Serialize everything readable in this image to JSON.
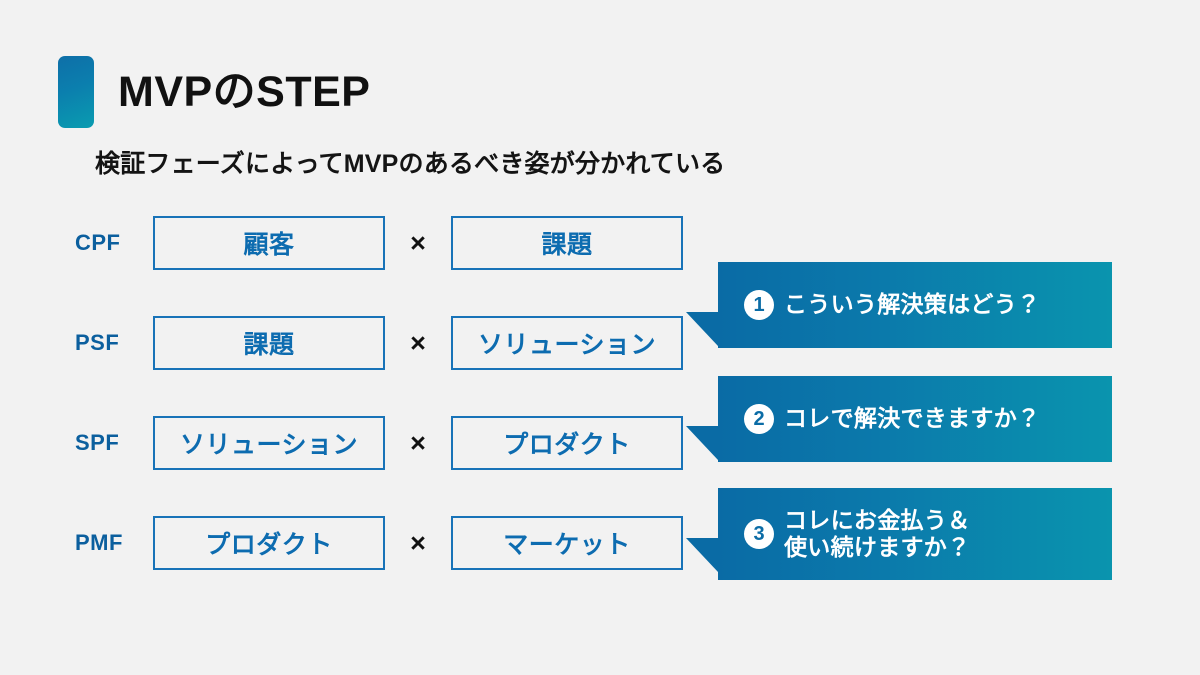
{
  "slide": {
    "background_color": "#f2f2f2",
    "title": "MVPのSTEP",
    "subtitle": "検証フェーズによってMVPのあるべき姿が分かれている",
    "accent_gradient_from": "#0e6fa8",
    "accent_gradient_to": "#0a9cb0"
  },
  "matrix": {
    "operator": "×",
    "rows": [
      {
        "label": "CPF",
        "left": "顧客",
        "right": "課題"
      },
      {
        "label": "PSF",
        "left": "課題",
        "right": "ソリューション"
      },
      {
        "label": "SPF",
        "left": "ソリューション",
        "right": "プロダクト"
      },
      {
        "label": "PMF",
        "left": "プロダクト",
        "right": "マーケット"
      }
    ]
  },
  "callouts": [
    {
      "number": "1",
      "text": "こういう解決策はどう？"
    },
    {
      "number": "2",
      "text": "コレで解決できますか？"
    },
    {
      "number": "3",
      "text": "コレにお金払う＆\n使い続けますか？"
    }
  ],
  "colors": {
    "label_blue": "#0b5f9e",
    "cell_text_blue": "#0d6cb0",
    "cell_border_blue": "#1873b8",
    "banner_blue": "#0a6ba5",
    "banner_teal": "#0a94ae",
    "text_black": "#111111"
  }
}
